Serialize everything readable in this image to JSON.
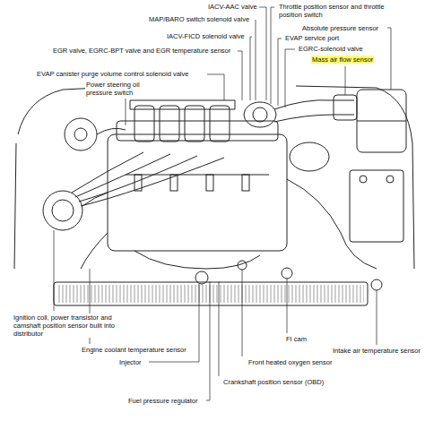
{
  "diagram": {
    "labels": [
      "IACV-AAC valve",
      "Throttle position sensor and throttle position switch",
      "MAP/BARO switch solenoid valve",
      "Absolute pressure sensor",
      "IACV-FICD solenoid valve",
      "EVAP service port",
      "EGR valve, EGRC-BPT valve and EGR temperature sensor",
      "EGRC-solenoid valve",
      "Mass air flow sensor",
      "EVAP canister purge volume control solenoid valve",
      "Power steering oil pressure switch",
      "Ignition coil, power transistor and camshaft position sensor built into distributor",
      "Engine coolant temperature sensor",
      "Injector",
      "FI cam",
      "Intake air temperature sensor",
      "Front heated oxygen sensor",
      "Crankshaft position sensor (OBD)",
      "Fuel pressure regulator"
    ]
  }
}
